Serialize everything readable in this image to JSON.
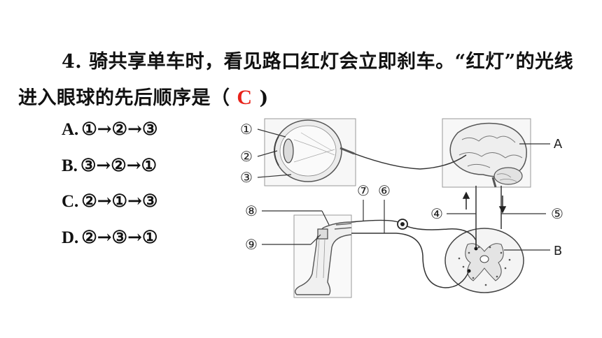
{
  "question": {
    "line1": "4. 骑共享单车时，看见路口红灯会立即刹车。“红灯”的光线",
    "line2_prefix": "进入眼球的先后顺序是（ ",
    "answer": "C",
    "line2_suffix": " )"
  },
  "options": [
    {
      "letter": "A.",
      "text": "①→②→③"
    },
    {
      "letter": "B.",
      "text": "③→②→①"
    },
    {
      "letter": "C.",
      "text": "②→①→③"
    },
    {
      "letter": "D.",
      "text": "②→③→①"
    }
  ],
  "diagram": {
    "labels": {
      "n1": "①",
      "n2": "②",
      "n3": "③",
      "n4": "④",
      "n5": "⑤",
      "n6": "⑥",
      "n7": "⑦",
      "n8": "⑧",
      "n9": "⑨",
      "A": "A",
      "B": "B"
    }
  },
  "colors": {
    "answer": "#e8231b",
    "text": "#111111",
    "line": "#333333"
  }
}
